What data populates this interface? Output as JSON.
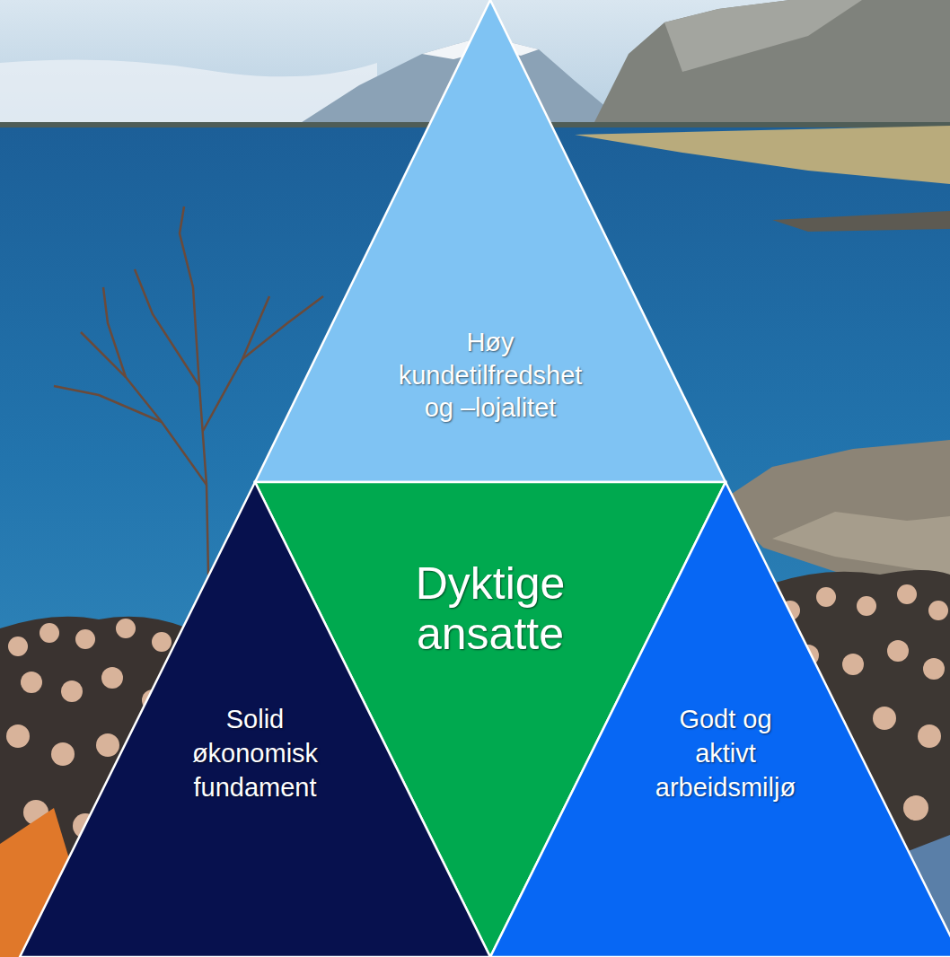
{
  "diagram": {
    "nodes": [
      {
        "text": [
          "Høy kundetilfredshet og –lojalitet"
        ]
      },
      {
        "text": [
          "Dyktige ansatte"
        ]
      },
      {
        "text": [
          "Solid økonomisk fundament"
        ]
      },
      {
        "text": [
          "Godt og aktivt arbeidsmiljø"
        ]
      }
    ]
  }
}
